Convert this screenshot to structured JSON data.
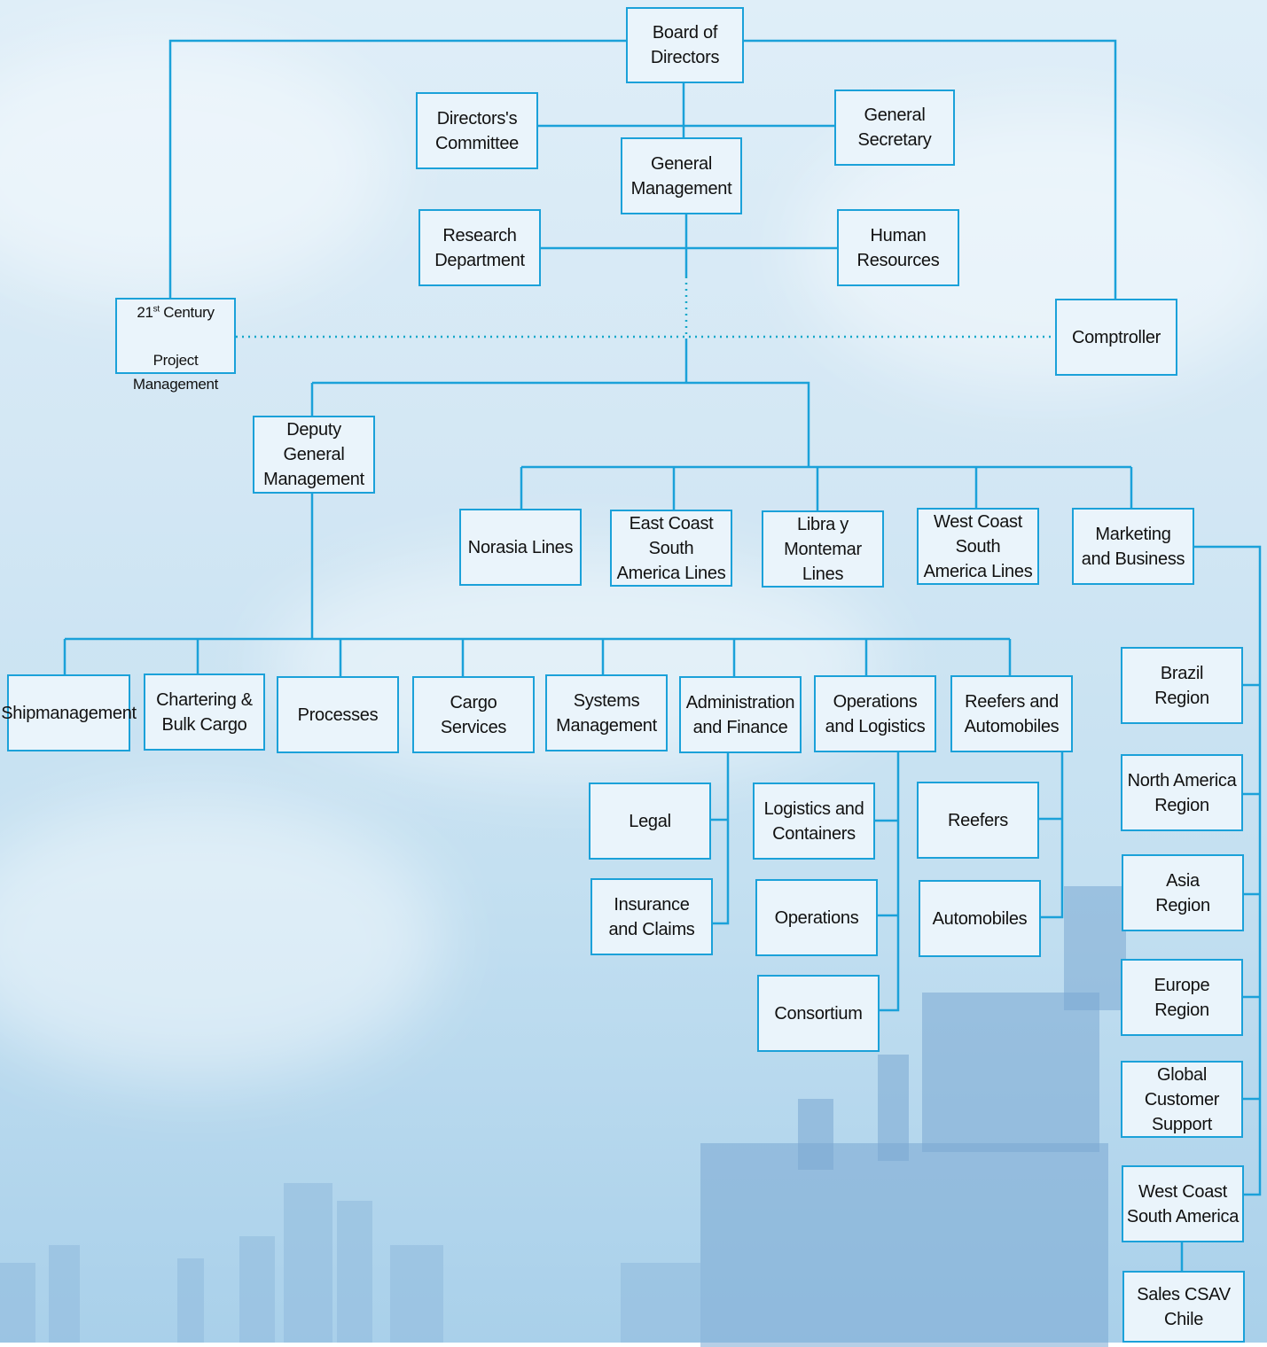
{
  "colors": {
    "box_fill": "#eaf4fb",
    "box_border": "#1ba1d9",
    "line": "#1ba1d9",
    "dotted": "#16a8c9"
  },
  "nodes": {
    "board": "Board of\nDirectors",
    "directors_committee": "Directors's\nCommittee",
    "general_secretary": "General\nSecretary",
    "general_management": "General\nManagement",
    "research": "Research\nDepartment",
    "human_resources": "Human\nResources",
    "century_num": "21",
    "century_sup": "st",
    "century_rest": " Century",
    "century_line2": "Project Management",
    "comptroller": "Comptroller",
    "deputy": "Deputy General\nManagement",
    "norasia": "Norasia Lines",
    "east_coast": "East Coast South\nAmerica Lines",
    "libra": "Libra y\nMontemar Lines",
    "west_coast_lines": "West Coast South\nAmerica Lines",
    "marketing": "Marketing\nand Business",
    "shipmanagement": "Shipmanagement",
    "chartering": "Chartering &\nBulk Cargo",
    "processes": "Processes",
    "cargo_services": "Cargo\nServices",
    "systems": "Systems\nManagement",
    "admin_finance": "Administration\nand Finance",
    "operations_logistics": "Operations\nand  Logistics",
    "reefers_automobiles": "Reefers and\nAutomobiles",
    "legal": "Legal",
    "insurance": "Insurance\nand Claims",
    "logistics_containers": "Logistics and\nContainers",
    "operations": "Operations",
    "consortium": "Consortium",
    "reefers": "Reefers",
    "automobiles": "Automobiles",
    "brazil": "Brazil\nRegion",
    "north_america": "North America\nRegion",
    "asia": "Asia\nRegion",
    "europe": "Europe\nRegion",
    "global_customer": "Global Customer\nSupport",
    "west_coast_sa": "West Coast\nSouth America",
    "sales_csav": "Sales CSAV\nChile"
  }
}
